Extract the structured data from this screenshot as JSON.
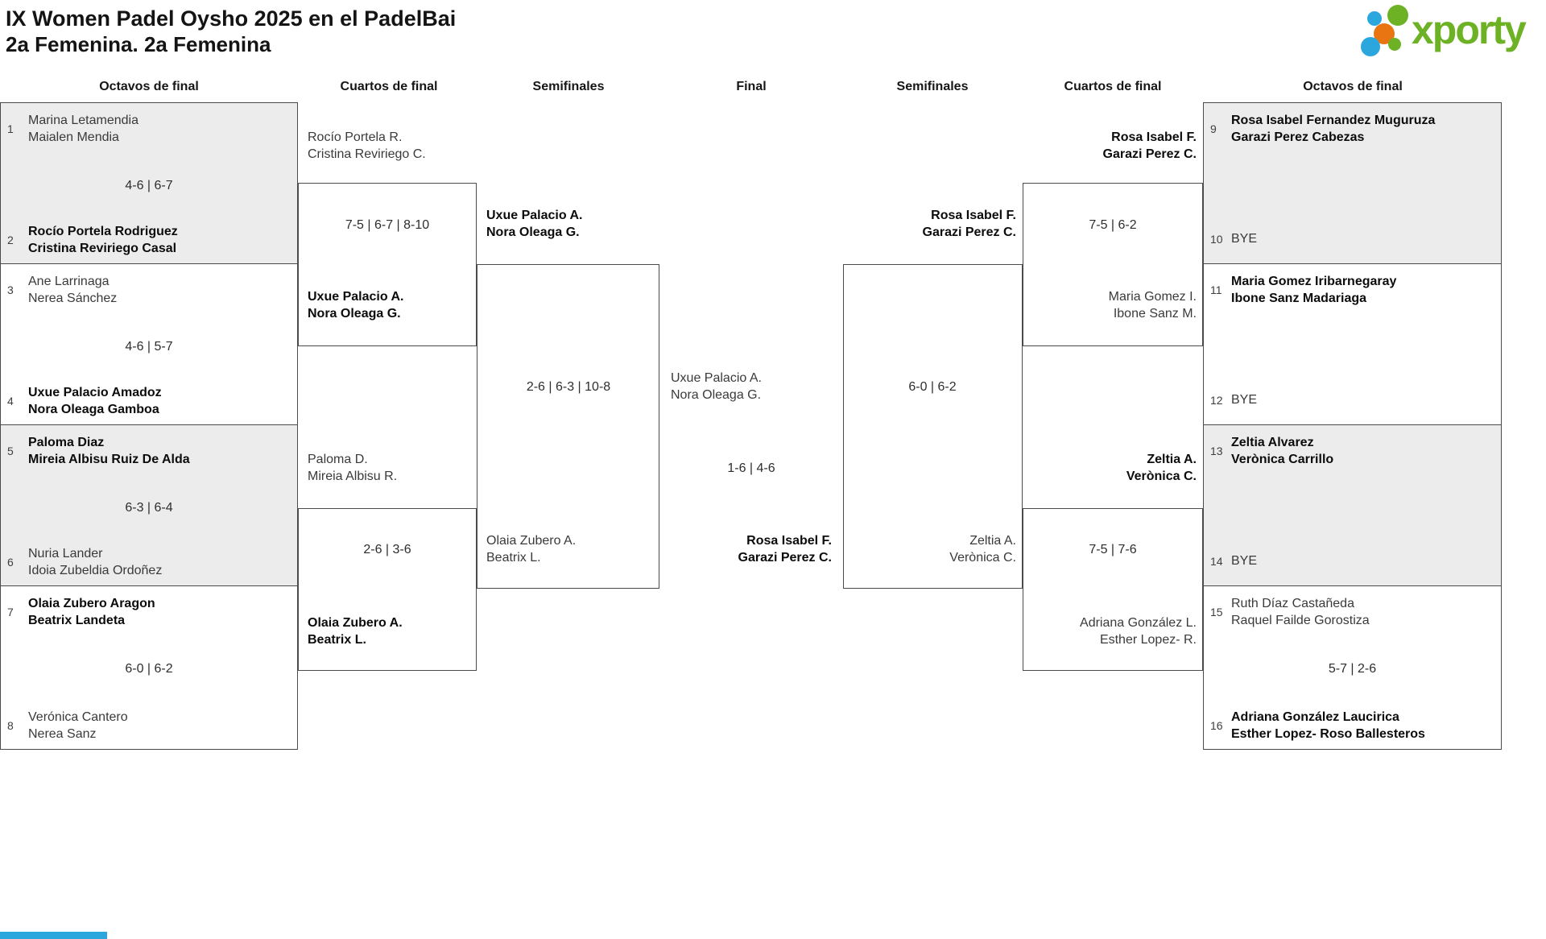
{
  "header": {
    "title_line1": "IX Women Padel Oysho 2025 en el PadelBai",
    "title_line2": "2a Femenina. 2a Femenina"
  },
  "logo": {
    "text": "xporty",
    "green": "#6db224",
    "blue": "#2ba7de",
    "orange": "#e87511"
  },
  "columns": [
    "Octavos de final",
    "Cuartos de final",
    "Semifinales",
    "Final",
    "Semifinales",
    "Cuartos de final",
    "Octavos de final"
  ],
  "octavos_left": [
    {
      "a_seed": "1",
      "a1": "Marina Letamendia",
      "a2": "Maialen Mendia",
      "a_win": false,
      "score": "4-6 | 6-7",
      "b_seed": "2",
      "b1": "Rocío Portela Rodriguez",
      "b2": "Cristina Reviriego Casal",
      "b_win": true
    },
    {
      "a_seed": "3",
      "a1": "Ane Larrinaga",
      "a2": "Nerea Sánchez",
      "a_win": false,
      "score": "4-6 | 5-7",
      "b_seed": "4",
      "b1": "Uxue Palacio Amadoz",
      "b2": "Nora Oleaga Gamboa",
      "b_win": true
    },
    {
      "a_seed": "5",
      "a1": "Paloma Diaz",
      "a2": "Mireia Albisu Ruiz De Alda",
      "a_win": true,
      "score": "6-3 | 6-4",
      "b_seed": "6",
      "b1": "Nuria Lander",
      "b2": "Idoia Zubeldia Ordoñez",
      "b_win": false
    },
    {
      "a_seed": "7",
      "a1": "Olaia Zubero Aragon",
      "a2": "Beatrix Landeta",
      "a_win": true,
      "score": "6-0 | 6-2",
      "b_seed": "8",
      "b1": "Verónica Cantero",
      "b2": "Nerea Sanz",
      "b_win": false
    }
  ],
  "octavos_right": [
    {
      "a_seed": "9",
      "a1": "Rosa Isabel Fernandez Muguruza",
      "a2": "Garazi Perez Cabezas",
      "a_win": true,
      "b_seed": "10",
      "bye": "BYE"
    },
    {
      "a_seed": "11",
      "a1": "Maria Gomez Iribarnegaray",
      "a2": "Ibone Sanz Madariaga",
      "a_win": true,
      "b_seed": "12",
      "bye": "BYE"
    },
    {
      "a_seed": "13",
      "a1": "Zeltia Alvarez",
      "a2": "Verònica Carrillo",
      "a_win": true,
      "b_seed": "14",
      "bye": "BYE"
    },
    {
      "a_seed": "15",
      "a1": "Ruth Díaz Castañeda",
      "a2": "Raquel Failde Gorostiza",
      "a_win": false,
      "score": "5-7 | 2-6",
      "b_seed": "16",
      "b1": "Adriana González Laucirica",
      "b2": "Esther Lopez- Roso Ballesteros",
      "b_win": true
    }
  ],
  "cuartos_left": [
    {
      "t1": "Rocío Portela R.",
      "t2": "Cristina Reviriego C.",
      "t_win": false,
      "score": "7-5 | 6-7 | 8-10",
      "b1": "Uxue Palacio A.",
      "b2": "Nora Oleaga G.",
      "b_win": true
    },
    {
      "t1": "Paloma D.",
      "t2": "Mireia Albisu R.",
      "t_win": false,
      "score": "2-6 | 3-6",
      "b1": "Olaia Zubero A.",
      "b2": "Beatrix L.",
      "b_win": true
    }
  ],
  "semi_left": {
    "t1": "Uxue Palacio A.",
    "t2": "Nora Oleaga G.",
    "t_win": true,
    "score": "2-6 | 6-3 | 10-8",
    "b1": "Olaia Zubero A.",
    "b2": "Beatrix L.",
    "b_win": false
  },
  "final": {
    "t1": "Uxue Palacio A.",
    "t2": "Nora Oleaga G.",
    "t_win": false,
    "score": "1-6 | 4-6",
    "b1": "Rosa Isabel F.",
    "b2": "Garazi Perez C.",
    "b_win": true
  },
  "semi_right": {
    "t1": "Rosa Isabel F.",
    "t2": "Garazi Perez C.",
    "t_win": true,
    "score": "6-0 | 6-2",
    "b1": "Zeltia A.",
    "b2": "Verònica C.",
    "b_win": false
  },
  "cuartos_right": [
    {
      "t1": "Rosa Isabel F.",
      "t2": "Garazi Perez C.",
      "t_win": true,
      "score": "7-5 | 6-2",
      "b1": "Maria Gomez I.",
      "b2": "Ibone Sanz M.",
      "b_win": false
    },
    {
      "t1": "Zeltia A.",
      "t2": "Verònica C.",
      "t_win": true,
      "score": "7-5 | 7-6",
      "b1": "Adriana González L.",
      "b2": "Esther Lopez- R.",
      "b_win": false
    }
  ]
}
